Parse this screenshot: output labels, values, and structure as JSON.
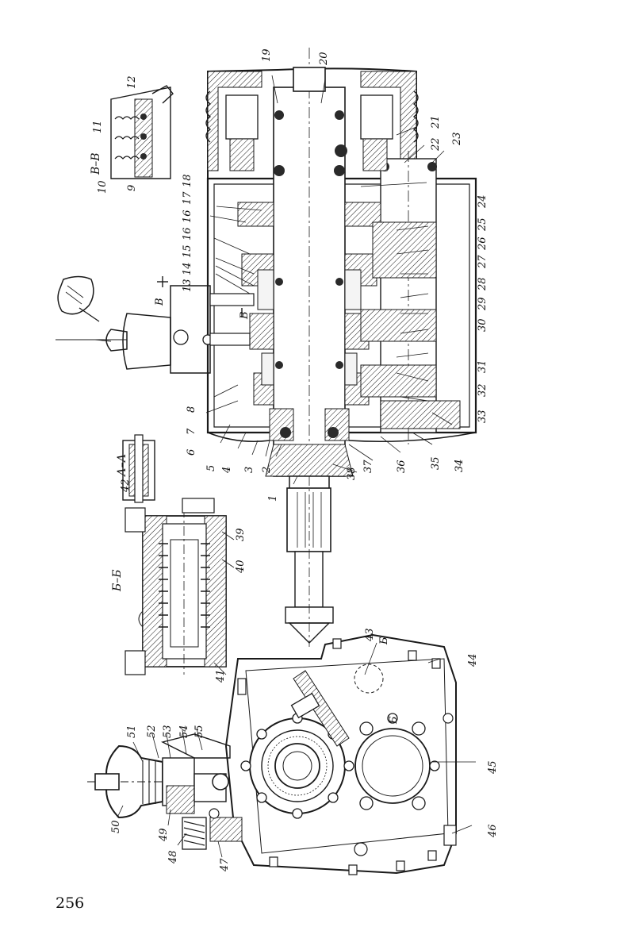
{
  "page": {
    "number": "256"
  },
  "sections": {
    "bb_top": "В–В",
    "aa": "А–А",
    "bb_mid": "Б–Б",
    "cut_b1": "В",
    "cut_b2": "В",
    "cut_bb1": "Б",
    "cut_bb2": "Б"
  },
  "callouts": {
    "top_row": [
      "18",
      "17",
      "16",
      "16",
      "15",
      "14",
      "13"
    ],
    "n1": "1",
    "n2": "2",
    "n3": "3",
    "n4": "4",
    "n5": "5",
    "n6": "6",
    "n7": "7",
    "n8": "8",
    "n9": "9",
    "n10": "10",
    "n11": "11",
    "n12": "12",
    "n19": "19",
    "n20": "20",
    "n21": "21",
    "n22": "22",
    "n23": "23",
    "n24": "24",
    "n25": "25",
    "n26": "26",
    "n27": "27",
    "n28": "28",
    "n29": "29",
    "n30": "30",
    "n31": "31",
    "n32": "32",
    "n33": "33",
    "n34": "34",
    "n35": "35",
    "n36": "36",
    "n37": "37",
    "n38": "38",
    "n39": "39",
    "n40": "40",
    "n41": "41",
    "n42": "42",
    "n43": "43",
    "n44": "44",
    "n45": "45",
    "n46": "46",
    "n47": "47",
    "n48": "48",
    "n49": "49",
    "n50": "50",
    "n51": "51",
    "n52": "52",
    "n53": "53",
    "n54": "54",
    "n55": "55"
  }
}
